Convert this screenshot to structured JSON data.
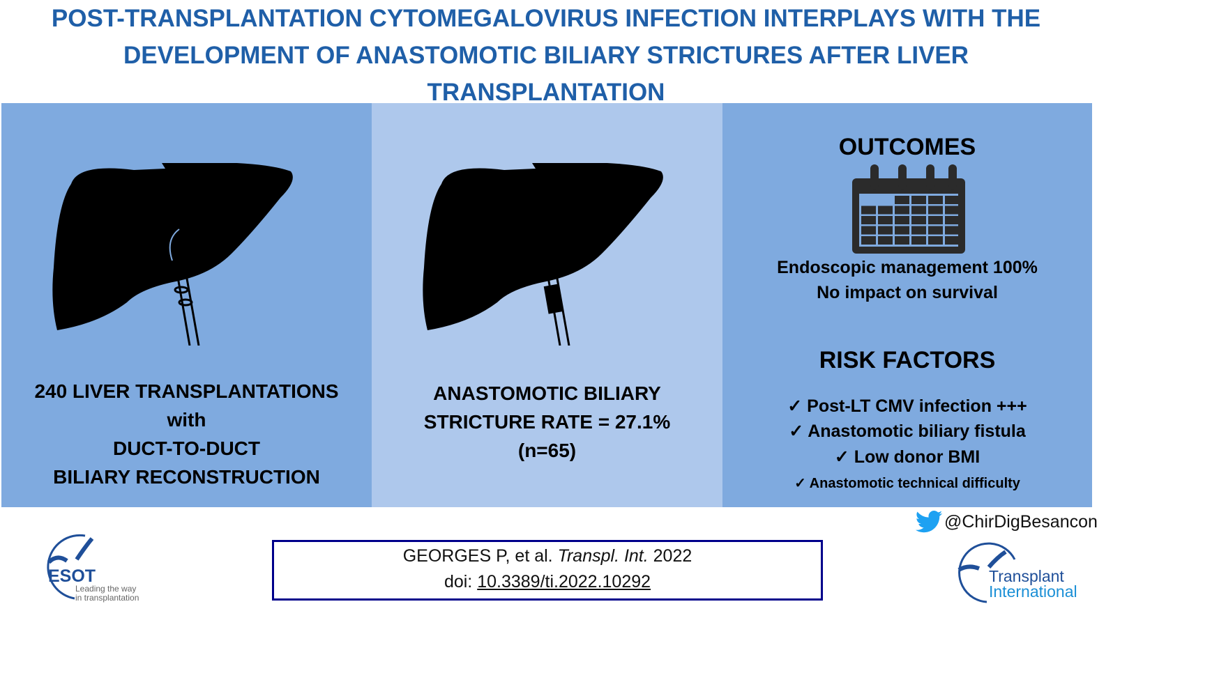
{
  "title": {
    "lines": [
      "POST-TRANSPLANTATION CYTOMEGALOVIRUS INFECTION INTERPLAYS WITH THE",
      "DEVELOPMENT OF ANASTOMOTIC BILIARY STRICTURES AFTER LIVER",
      "TRANSPLANTATION"
    ]
  },
  "panel_left": {
    "lines": [
      "240 LIVER TRANSPLANTATIONS",
      "with",
      "DUCT-TO-DUCT",
      "BILIARY RECONSTRUCTION"
    ]
  },
  "panel_middle": {
    "lines": [
      "ANASTOMOTIC BILIARY",
      "STRICTURE RATE = 27.1%",
      "(n=65)"
    ]
  },
  "panel_right": {
    "outcomes_heading": "OUTCOMES",
    "outcomes": [
      "Endoscopic management 100%",
      "No impact on survival"
    ],
    "risk_heading": "RISK FACTORS",
    "check": "✓",
    "risk_factors": [
      "Post-LT CMV infection +++",
      "Anastomotic biliary fistula",
      "Low donor BMI",
      "Anastomotic technical difficulty"
    ]
  },
  "twitter_handle": "@ChirDigBesancon",
  "citation": {
    "authors": "GEORGES P, et al.",
    "journal": "Transpl. Int.",
    "year": "2022",
    "doi_label": "doi:",
    "doi": "10.3389/ti.2022.10292"
  },
  "logos": {
    "esot": "ESOT",
    "esot_tagline_1": "Leading the way",
    "esot_tagline_2": "in transplantation",
    "ti_1": "Transplant",
    "ti_2": "International"
  },
  "colors": {
    "title": "#1f5fa8",
    "panel_dark": "#7faadf",
    "panel_light": "#aec8ec",
    "border": "#00008b"
  }
}
